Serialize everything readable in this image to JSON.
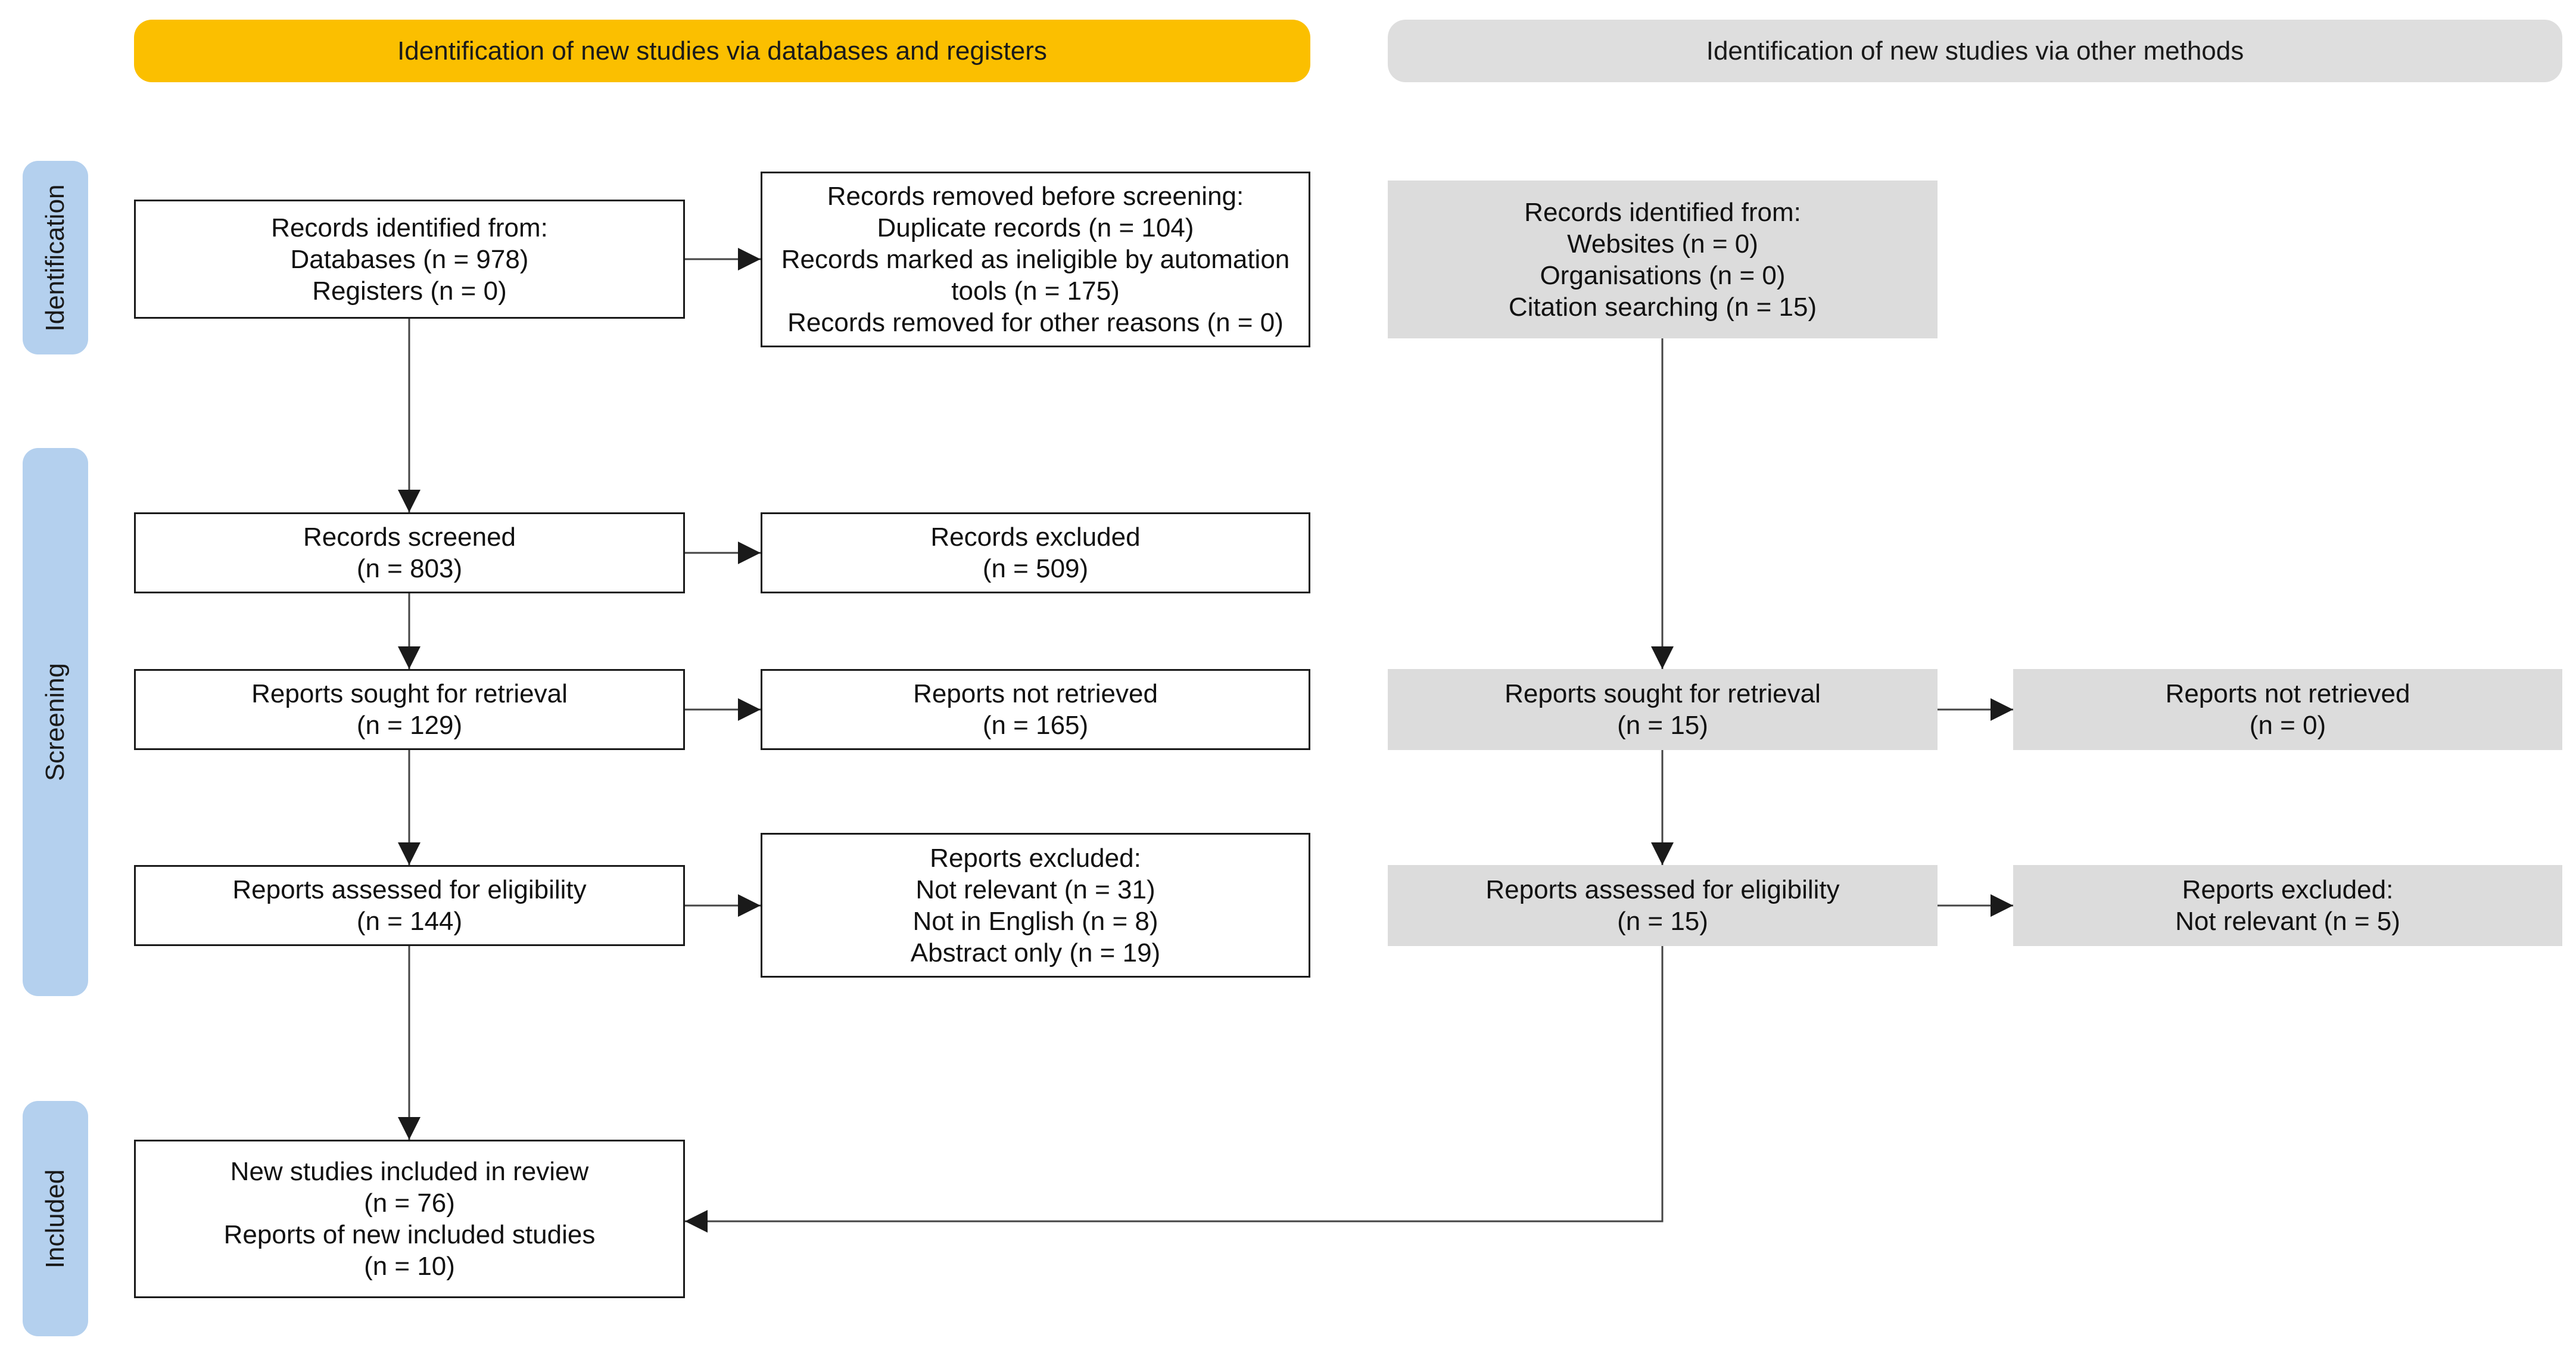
{
  "headers": {
    "databases": "Identification of new studies via databases and registers",
    "other": "Identification of new studies via other methods"
  },
  "phases": {
    "identification": "Identification",
    "screening": "Screening",
    "included": "Included"
  },
  "databases": {
    "identified": [
      "Records identified from:",
      "Databases (n = 978)",
      "Registers (n = 0)"
    ],
    "removed": [
      "Records removed before screening:",
      "Duplicate records (n = 104)",
      "Records marked as ineligible by automation",
      "tools (n = 175)",
      "Records removed for other reasons (n = 0)"
    ],
    "screened": [
      "Records screened",
      "(n = 803)"
    ],
    "excluded": [
      "Records excluded",
      "(n = 509)"
    ],
    "sought": [
      "Reports sought for retrieval",
      "(n = 129)"
    ],
    "not_retrieved": [
      "Reports not retrieved",
      "(n = 165)"
    ],
    "assessed": [
      "Reports assessed for eligibility",
      "(n = 144)"
    ],
    "reports_excluded": [
      "Reports excluded:",
      "Not relevant (n = 31)",
      "Not in English (n = 8)",
      "Abstract only (n = 19)"
    ],
    "included": [
      "New studies included in review",
      "(n = 76)",
      "Reports of new included studies",
      "(n = 10)"
    ]
  },
  "other": {
    "identified": [
      "Records identified from:",
      "Websites (n = 0)",
      "Organisations (n = 0)",
      "Citation searching (n = 15)"
    ],
    "sought": [
      "Reports sought for retrieval",
      "(n = 15)"
    ],
    "not_retrieved": [
      "Reports not retrieved",
      "(n = 0)"
    ],
    "assessed": [
      "Reports assessed for eligibility",
      "(n = 15)"
    ],
    "reports_excluded": [
      "Reports excluded:",
      "Not relevant (n = 5)"
    ]
  },
  "colors": {
    "databases_header": "#fbbf00",
    "other_header": "#dedede",
    "phase_label": "#b4d0ee",
    "other_box": "#dcdcdc"
  }
}
